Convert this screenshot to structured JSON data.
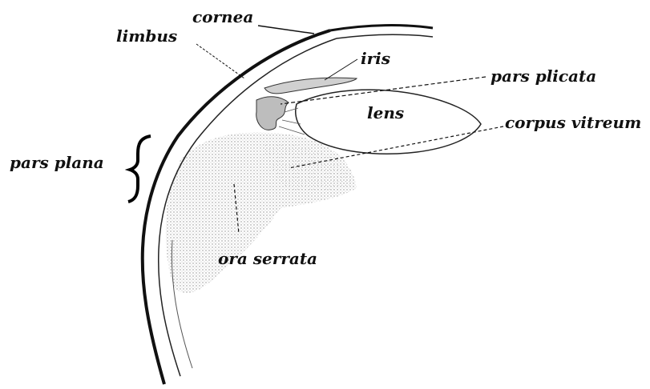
{
  "labels": {
    "cornea": "cornea",
    "limbus": "limbus",
    "iris": "iris",
    "pars_plicata": "pars plicata",
    "lens": "lens",
    "corpus_vitreum": "corpus vitreum",
    "pars_plana": "pars plana",
    "ora_serrata": "ora serrata"
  }
}
